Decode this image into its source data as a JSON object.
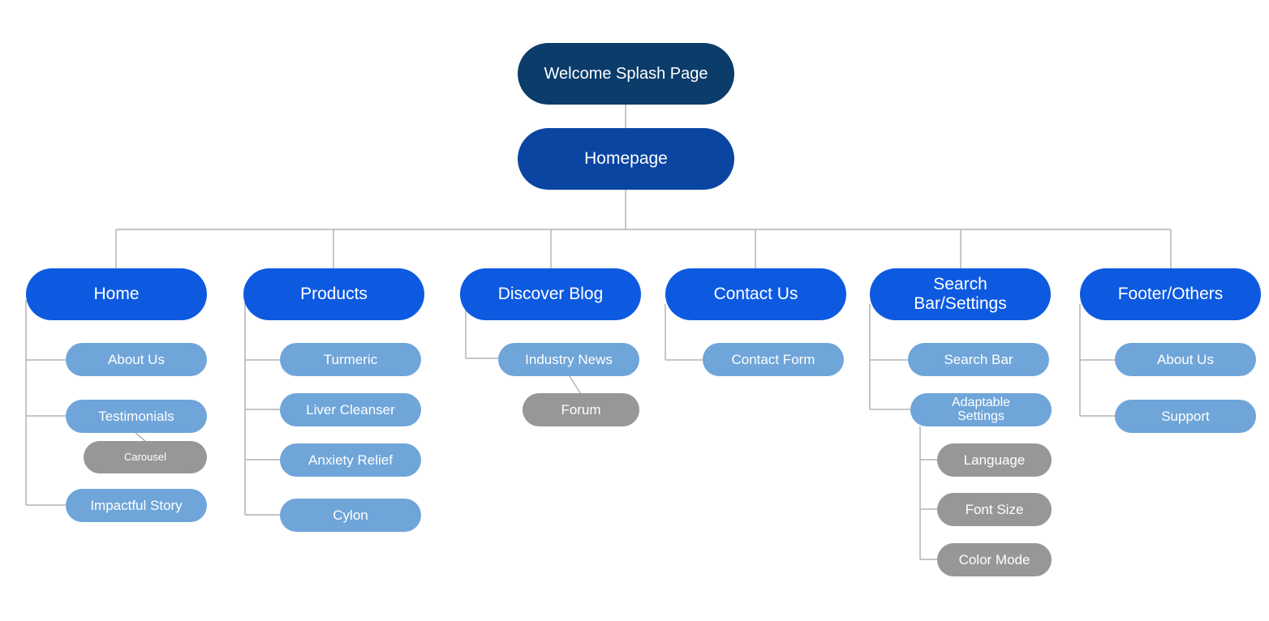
{
  "root": "Welcome Splash Page",
  "homepage": "Homepage",
  "sections": {
    "home": {
      "title": "Home",
      "items": [
        "About Us",
        "Testimonials",
        "Impactful Story"
      ],
      "testimonials_child": "Carousel"
    },
    "products": {
      "title": "Products",
      "items": [
        "Turmeric",
        "Liver Cleanser",
        "Anxiety Relief",
        "Cylon"
      ]
    },
    "blog": {
      "title": "Discover Blog",
      "items": [
        "Industry News"
      ],
      "industry_news_child": "Forum"
    },
    "contact": {
      "title": "Contact Us",
      "items": [
        "Contact Form"
      ]
    },
    "search": {
      "title": "Search Bar/Settings",
      "items": [
        "Search Bar",
        "Adaptable Settings"
      ],
      "settings_children": [
        "Language",
        "Font Size",
        "Color Mode"
      ]
    },
    "footer": {
      "title": "Footer/Others",
      "items": [
        "About Us",
        "Support"
      ]
    }
  },
  "colors": {
    "root": "#0b3c6a",
    "homepage": "#0b45a2",
    "category": "#0d5ae0",
    "subpage": "#6fa5d9",
    "leaf": "#979797",
    "connector": "#b4b4b4"
  }
}
